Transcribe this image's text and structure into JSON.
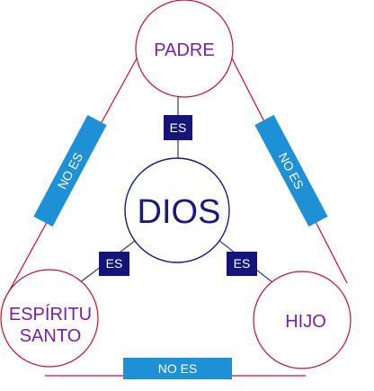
{
  "colors": {
    "outer_stroke": "#c8102e",
    "inner_stroke": "#1a1a7a",
    "outer_text": "#7a1fa2",
    "center_text": "#1a1a7a",
    "connector": "#3a3a6a",
    "es_box": "#14147a",
    "no_es_box": "#1e90d6",
    "box_text": "#ffffff"
  },
  "nodes": {
    "padre": "PADRE",
    "hijo": "HIJO",
    "espiritu": [
      "ESPÍRITU",
      "SANTO"
    ],
    "dios": "DIOS"
  },
  "relations": {
    "es_padre": "ES",
    "es_espiritu": "ES",
    "es_hijo": "ES",
    "no_es_padre_espiritu": "NO ES",
    "no_es_padre_hijo": "NO ES",
    "no_es_espiritu_hijo": "NO ES"
  }
}
